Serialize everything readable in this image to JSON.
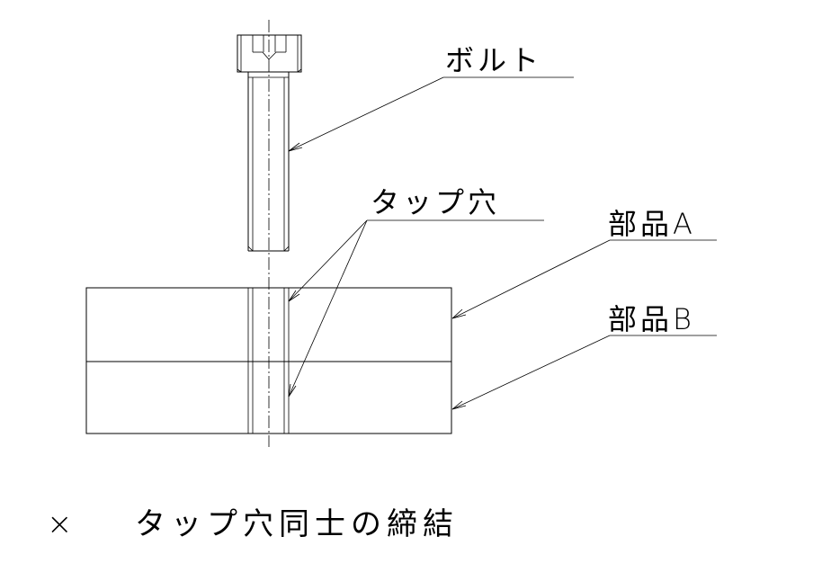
{
  "labels": {
    "bolt": "ボルト",
    "tap_hole": "タップ穴",
    "part_a": "部品A",
    "part_b": "部品B"
  },
  "note": {
    "mark": "×",
    "text": "タップ穴同士の締結"
  }
}
